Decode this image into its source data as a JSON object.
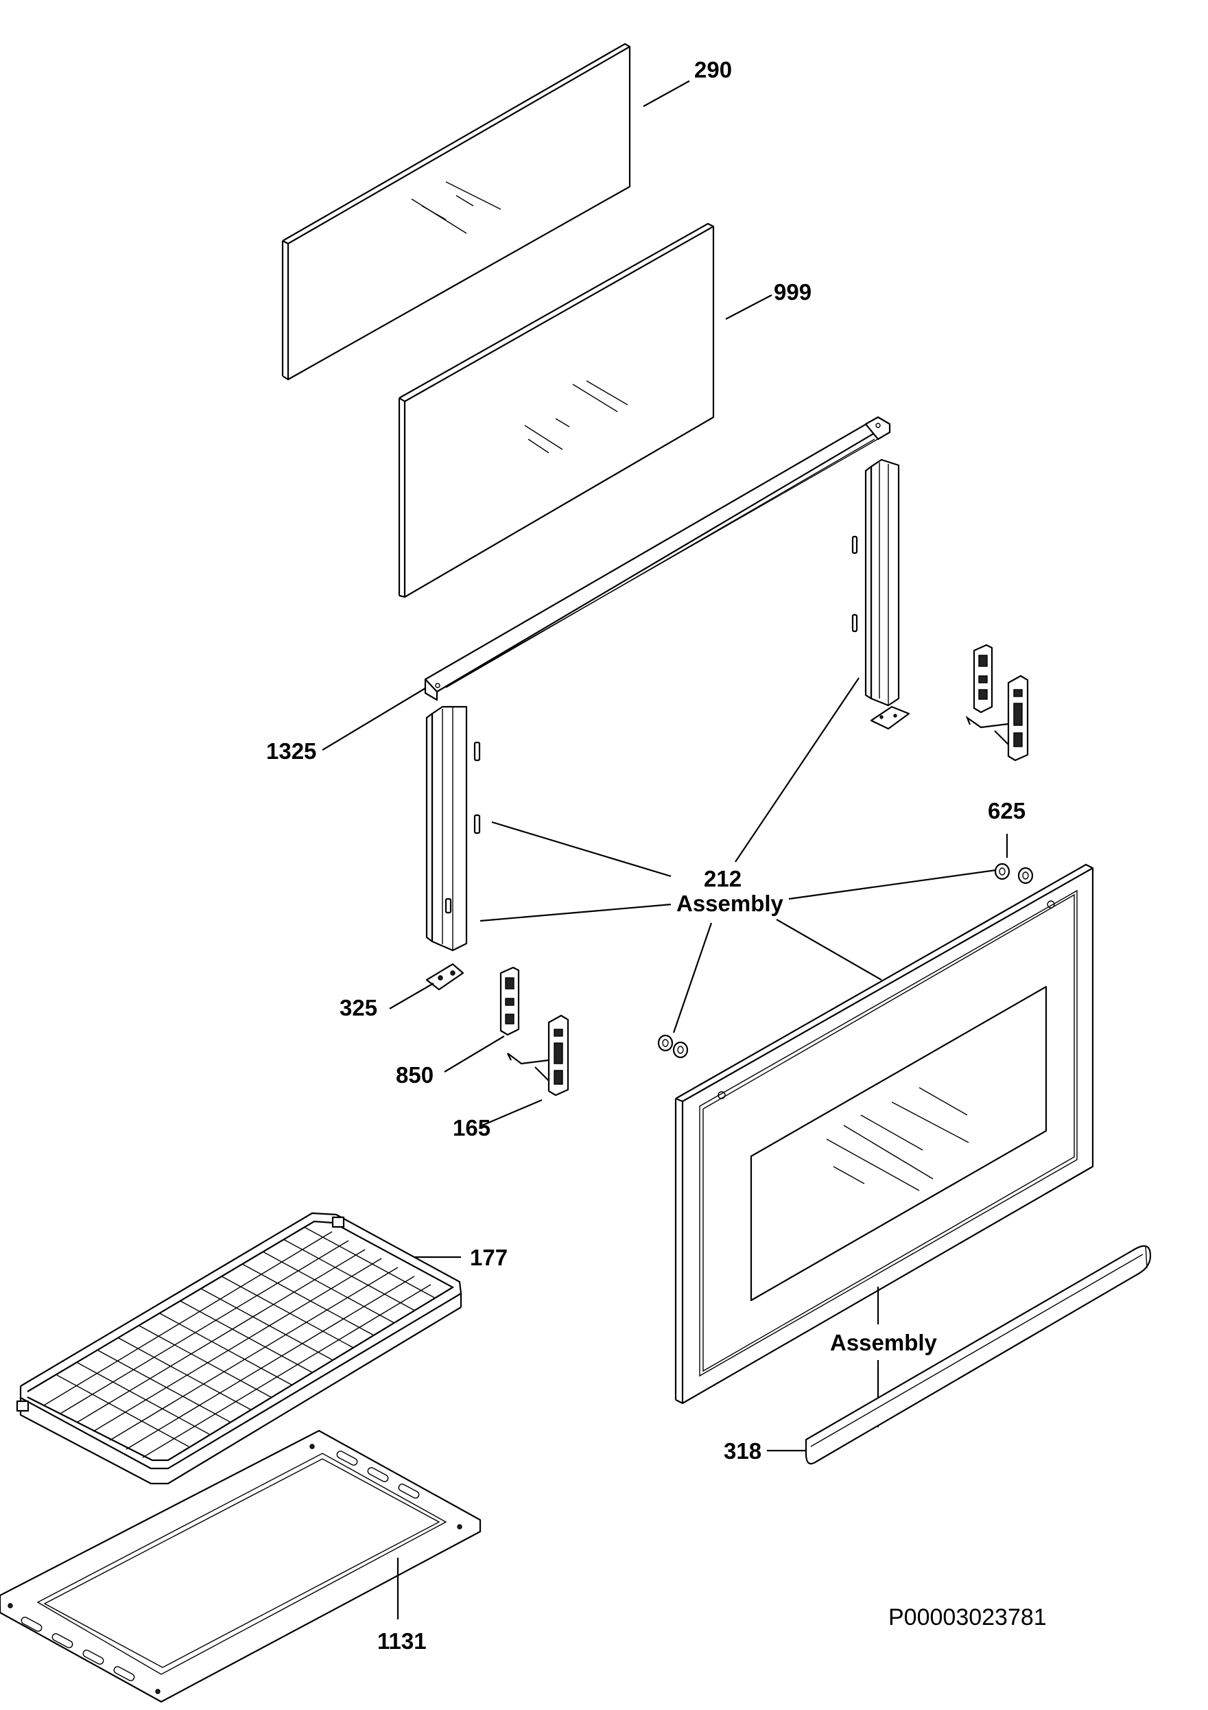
{
  "labels": {
    "p290": "290",
    "p999": "999",
    "p1325": "1325",
    "p625": "625",
    "p212": "212",
    "assembly_212": "Assembly",
    "p325": "325",
    "p850": "850",
    "p165": "165",
    "p177": "177",
    "assembly_door": "Assembly",
    "p318": "318",
    "p1131": "1131"
  },
  "document_code": "P00003023781"
}
